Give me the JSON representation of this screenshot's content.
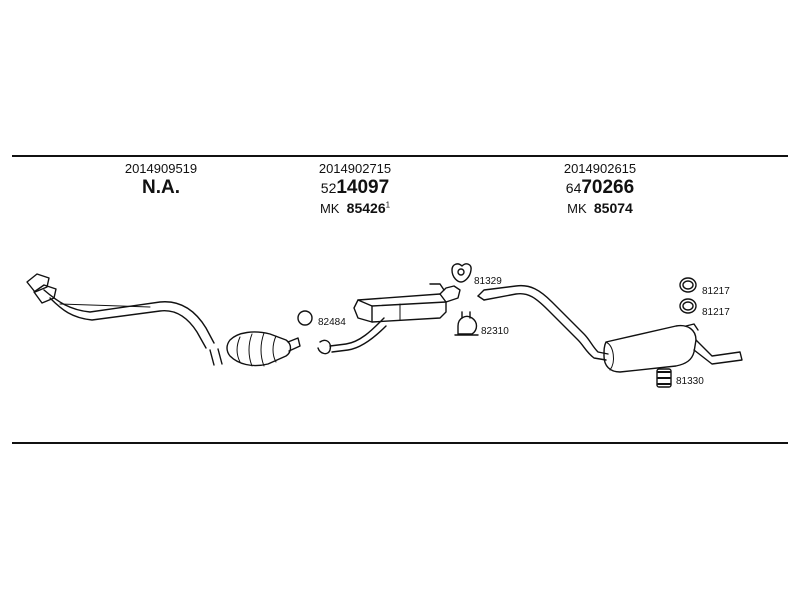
{
  "columns": [
    {
      "part_number": "2014909519",
      "code_prefix": "",
      "code_main": "N.A.",
      "mk_prefix": "",
      "mk_number": "",
      "mk_sup": ""
    },
    {
      "part_number": "2014902715",
      "code_prefix": "52",
      "code_main": "14097",
      "mk_prefix": "MK",
      "mk_number": "85426",
      "mk_sup": "1"
    },
    {
      "part_number": "2014902615",
      "code_prefix": "64",
      "code_main": "70266",
      "mk_prefix": "MK",
      "mk_number": "85074",
      "mk_sup": ""
    }
  ],
  "parts": {
    "clamp_82484": "82484",
    "hanger_81329": "81329",
    "clamp_82310": "82310",
    "ring_81217_a": "81217",
    "ring_81217_b": "81217",
    "mount_81330": "81330"
  }
}
